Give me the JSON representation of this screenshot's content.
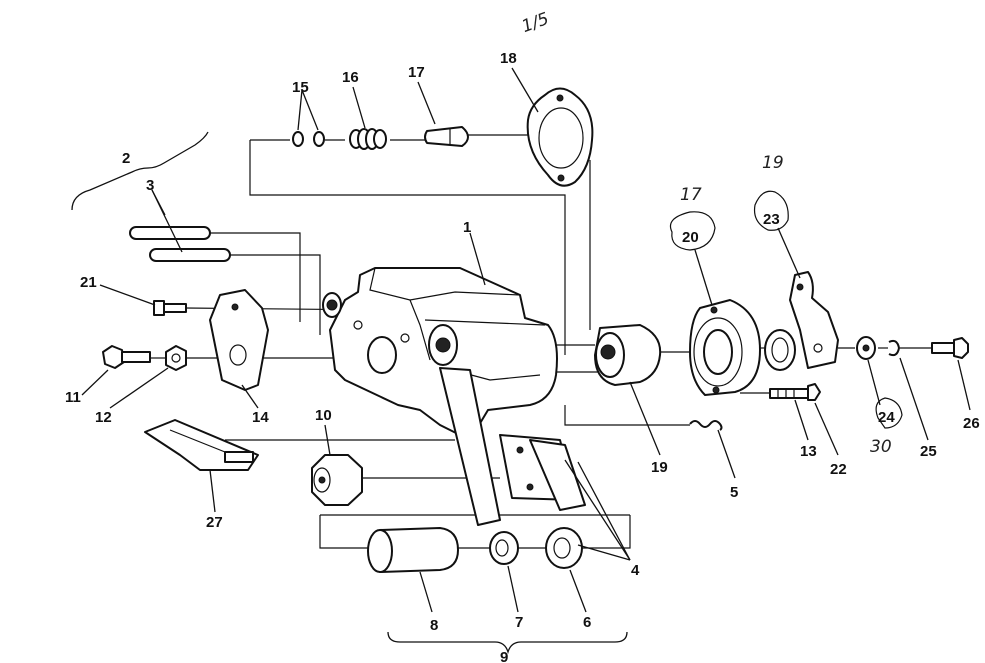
{
  "diagram": {
    "labels": {
      "l1": "1",
      "l2": "2",
      "l3": "3",
      "l4": "4",
      "l5": "5",
      "l6": "6",
      "l7": "7",
      "l8": "8",
      "l9": "9",
      "l10": "10",
      "l11": "11",
      "l12": "12",
      "l13": "13",
      "l14": "14",
      "l15": "15",
      "l16": "16",
      "l17": "17",
      "l18": "18",
      "l19": "19",
      "l20": "20",
      "l21": "21",
      "l22": "22",
      "l23": "23",
      "l24": "24",
      "l25": "25",
      "l26": "26",
      "l27": "27"
    },
    "notes": {
      "n18": "1/5",
      "n20": "17",
      "n23": "19",
      "n24": "30"
    }
  }
}
